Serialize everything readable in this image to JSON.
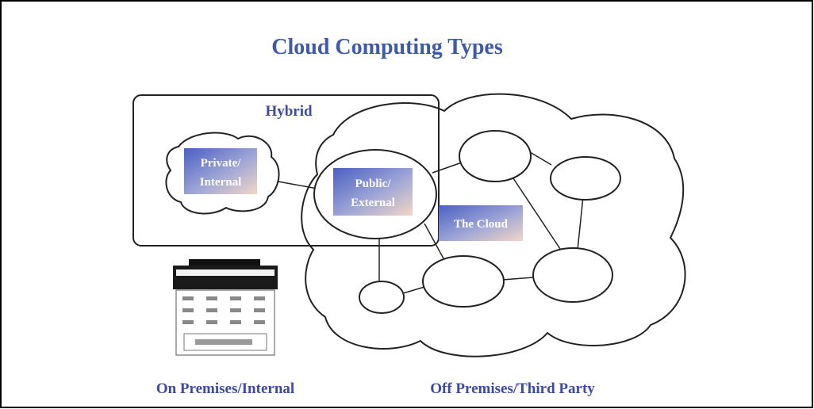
{
  "title": "Cloud Computing Types",
  "hybrid_label": "Hybrid",
  "private_label": {
    "line1": "Private/",
    "line2": "Internal"
  },
  "public_label": {
    "line1": "Public/",
    "line2": "External"
  },
  "cloud_label": "The Cloud",
  "on_premises_label": "On Premises/Internal",
  "off_premises_label": "Off Premises/Third Party",
  "colors": {
    "text_blue": "#3b4aa8",
    "label_gradient_start": "#4f63c4",
    "label_gradient_end": "#f0d2c2",
    "outline": "#222222"
  }
}
